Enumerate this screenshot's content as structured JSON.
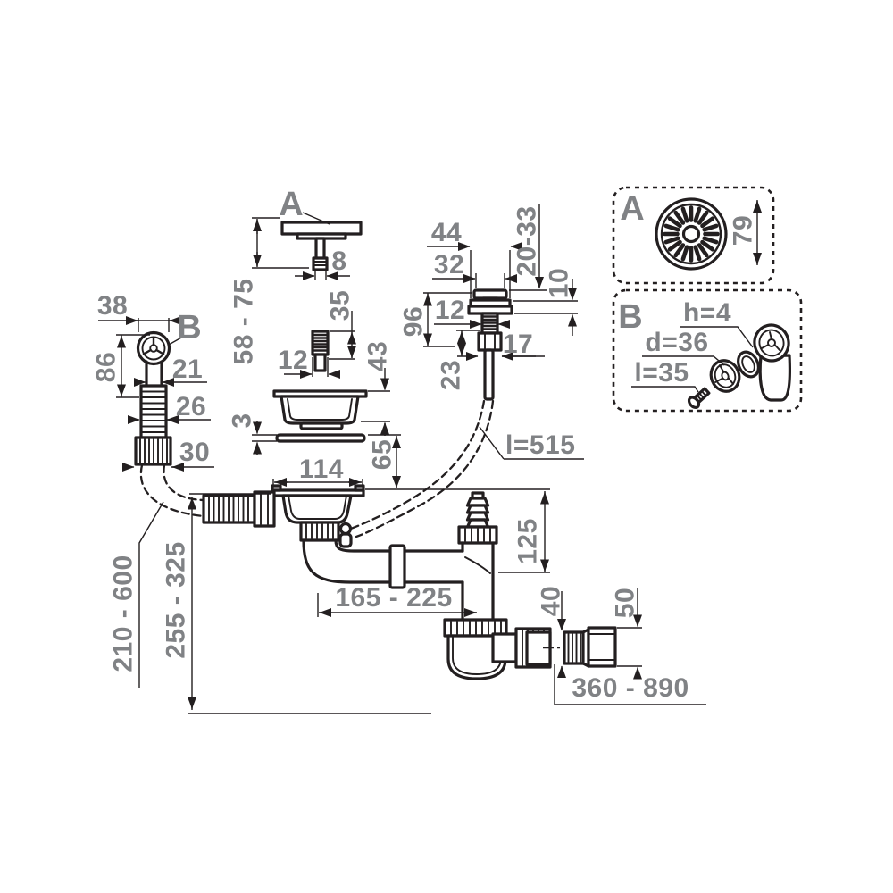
{
  "colors": {
    "line": "#231f20",
    "dim_text": "#808285",
    "background": "#ffffff"
  },
  "plug": {
    "label": "A",
    "stem_width": "8",
    "height_range": "58 - 75"
  },
  "screw": {
    "width": "12",
    "length": "35"
  },
  "basket": {
    "flange_width": "114",
    "height": "43",
    "gasket_thickness": "3",
    "drop": "65"
  },
  "overflow": {
    "label": "B",
    "head_width": "38",
    "height": "86",
    "neck_width": "21",
    "pipe_width": "26",
    "end_width": "30",
    "hose_length_range": "210 - 600"
  },
  "pin": {
    "head_width": "44",
    "flange_width": "32",
    "travel_range": "20-33",
    "plate_thickness": "10",
    "length": "96",
    "thread_width": "12",
    "nut_width": "17",
    "rod_length": "23",
    "cable_length": "l=515"
  },
  "body": {
    "riser_height": "125",
    "horizontal_span": "165 - 225",
    "height_range": "255 - 325",
    "outlet_hose_dia": "40",
    "outlet_end_dia": "50",
    "outlet_length_range": "360 - 890"
  },
  "detail_a": {
    "label": "A",
    "diameter": "79"
  },
  "detail_b": {
    "label": "B",
    "gasket_height": "h=4",
    "gasket_diameter": "d=36",
    "screw_length": "l=35"
  }
}
